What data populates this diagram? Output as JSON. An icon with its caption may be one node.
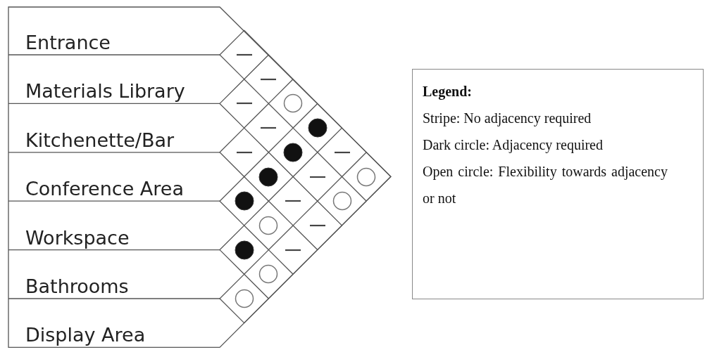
{
  "diagram": {
    "nodes": [
      {
        "text": [
          "Entrance"
        ]
      },
      {
        "text": [
          "Materials Library"
        ]
      },
      {
        "text": [
          "Kitchenette/Bar"
        ]
      },
      {
        "text": [
          "Conference Area"
        ]
      },
      {
        "text": [
          "Workspace"
        ]
      },
      {
        "text": [
          "Bathrooms"
        ]
      },
      {
        "text": [
          "Display Area"
        ]
      },
      {
        "text": [],
        "shape": "dash"
      },
      {
        "text": [],
        "shape": "dash"
      },
      {
        "text": [],
        "shape": "dash"
      },
      {
        "text": [],
        "shape": "circle"
      },
      {
        "text": [],
        "shape": "dash"
      },
      {
        "text": [],
        "shape": "dot"
      },
      {
        "text": [],
        "shape": "dash"
      },
      {
        "text": [],
        "shape": "dot"
      },
      {
        "text": [],
        "shape": "dash"
      },
      {
        "text": [],
        "shape": "dot"
      },
      {
        "text": [],
        "shape": "dash"
      },
      {
        "text": [],
        "shape": "circle"
      },
      {
        "text": [],
        "shape": "dot"
      },
      {
        "text": [],
        "shape": "dash"
      },
      {
        "text": [],
        "shape": "circle"
      },
      {
        "text": [],
        "shape": "circle"
      },
      {
        "text": [],
        "shape": "dash"
      },
      {
        "text": [],
        "shape": "dot"
      },
      {
        "text": [],
        "shape": "dash"
      },
      {
        "text": [],
        "shape": "circle"
      },
      {
        "text": [],
        "shape": "circle"
      },
      {
        "text": [
          "Legend:",
          "Stripe: No adjacency required",
          "Dark circle: Adjacency required",
          "Open circle: Flexibility towards adjacency or not"
        ]
      }
    ]
  }
}
